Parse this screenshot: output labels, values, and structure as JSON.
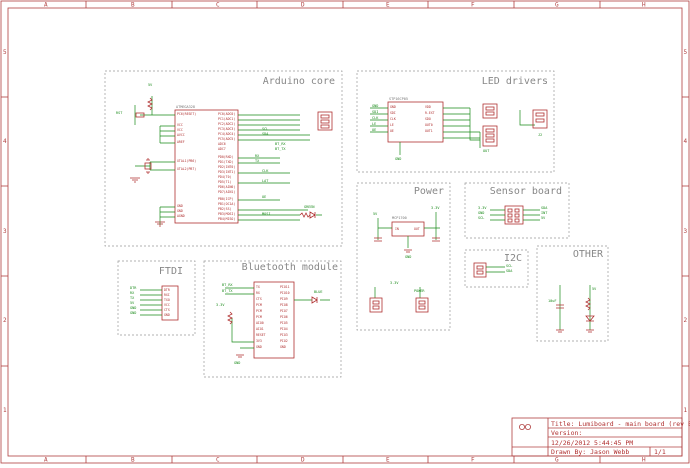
{
  "grid": {
    "cols": [
      "A",
      "B",
      "C",
      "D",
      "E",
      "F",
      "G",
      "H"
    ],
    "rows": [
      "5",
      "4",
      "3",
      "2",
      "1"
    ]
  },
  "sections": {
    "arduino_core": "Arduino core",
    "led_drivers": "LED drivers",
    "power": "Power",
    "sensor_board": "Sensor board",
    "i2c": "I2C",
    "other": "OTHER",
    "ftdi": "FTDI",
    "bluetooth": "Bluetooth module"
  },
  "title_block": {
    "title": "Title: Lumiboard - main board (rev B)",
    "version": "Version:",
    "date": "12/26/2012 5:44:45 PM",
    "drawn_by": "Drawn By: Jason Webb",
    "sheet": "1/1"
  },
  "colors": {
    "frame": "#b04040",
    "wire": "#1a8a1a",
    "part": "#b03030",
    "box": "#999999"
  }
}
